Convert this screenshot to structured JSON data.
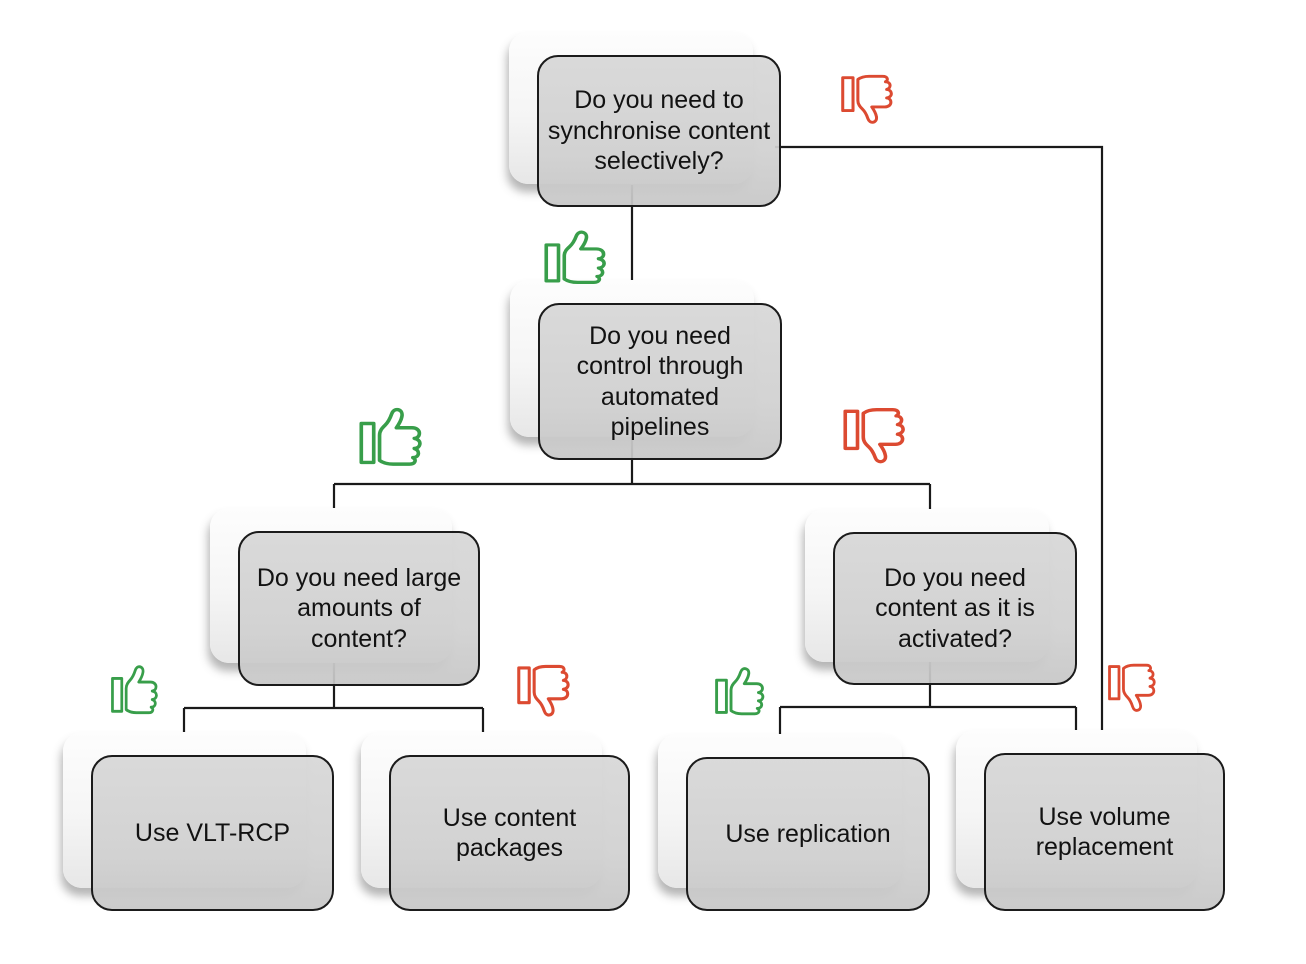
{
  "flowchart": {
    "background_color": "#ffffff",
    "colors": {
      "yes": "#389e4a",
      "no": "#dc4a31",
      "line": "#1a1a1a",
      "box_border": "#1b1b1b",
      "box_fill": "#d2d2d2"
    },
    "icon_legend": {
      "thumbs_up": "yes",
      "thumbs_down": "no"
    },
    "nodes": {
      "q_sync": {
        "type": "question",
        "text": "Do you need to\nsynchronise content\nselectively?"
      },
      "q_pipelines": {
        "type": "question",
        "text": "Do you need\ncontrol through\nautomated\npipelines"
      },
      "q_large": {
        "type": "question",
        "text": "Do you need large\namounts of\ncontent?"
      },
      "q_activated": {
        "type": "question",
        "text": "Do you need\ncontent as it is\nactivated?"
      },
      "a_vlt_rcp": {
        "type": "answer",
        "text": "Use VLT-RCP"
      },
      "a_packages": {
        "type": "answer",
        "text": "Use content\npackages"
      },
      "a_replication": {
        "type": "answer",
        "text": "Use replication"
      },
      "a_volume": {
        "type": "answer",
        "text": "Use volume\nreplacement"
      }
    },
    "edges": [
      {
        "from": "q_sync",
        "to": "q_pipelines",
        "answer": "yes"
      },
      {
        "from": "q_sync",
        "to": "a_volume",
        "answer": "no"
      },
      {
        "from": "q_pipelines",
        "to": "q_large",
        "answer": "yes"
      },
      {
        "from": "q_pipelines",
        "to": "q_activated",
        "answer": "no"
      },
      {
        "from": "q_large",
        "to": "a_vlt_rcp",
        "answer": "yes"
      },
      {
        "from": "q_large",
        "to": "a_packages",
        "answer": "no"
      },
      {
        "from": "q_activated",
        "to": "a_replication",
        "answer": "yes"
      },
      {
        "from": "q_activated",
        "to": "a_volume",
        "answer": "no"
      }
    ]
  }
}
